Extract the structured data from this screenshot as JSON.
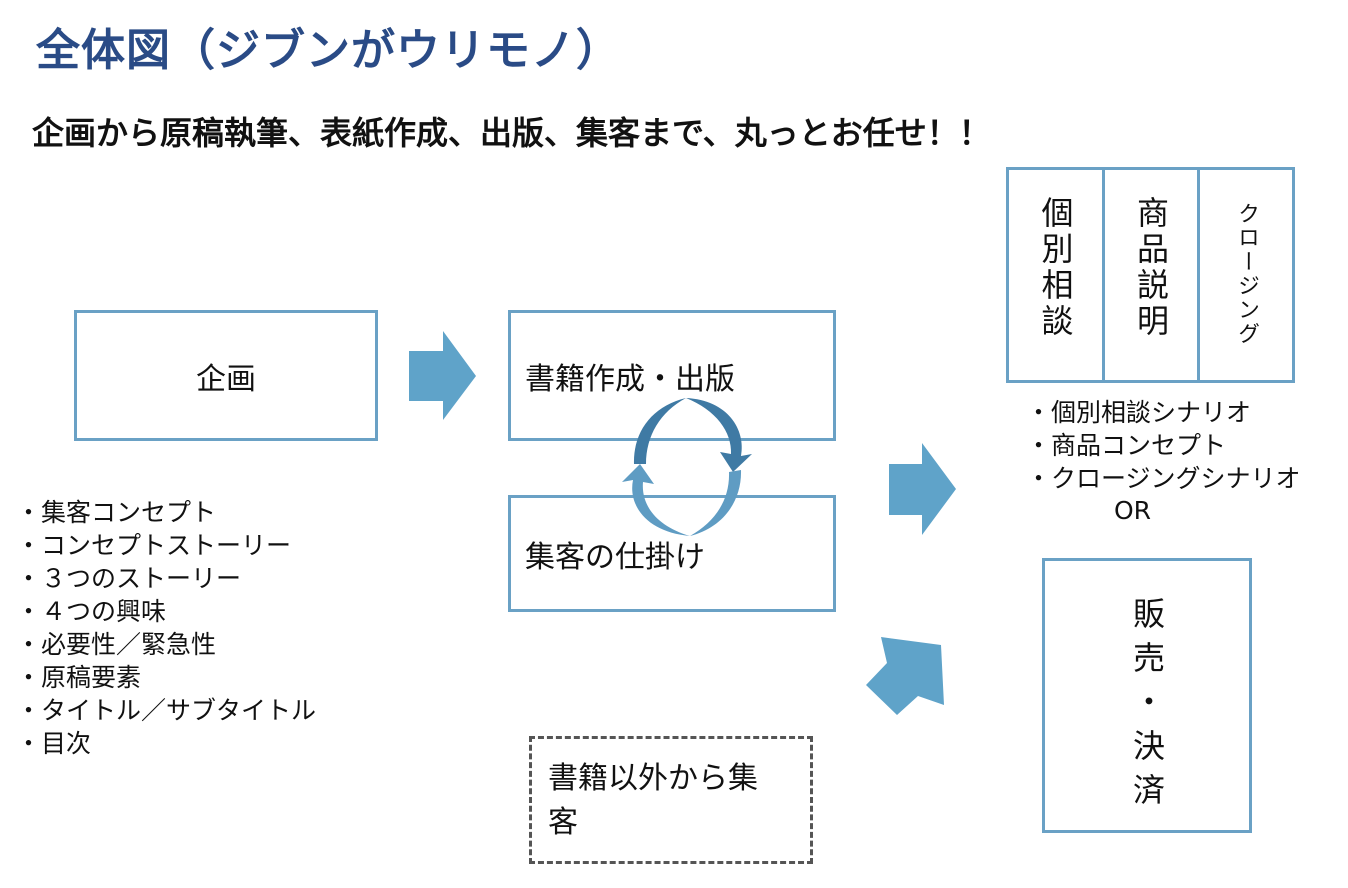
{
  "title": "全体図（ジブンがウリモノ）",
  "subtitle": "企画から原稿執筆、表紙作成、出版、集客まで、丸っとお任せ！！",
  "boxes": {
    "planning": "企画",
    "book_creation": "書籍作成・出版",
    "attraction": "集客の仕掛け",
    "outside_attraction": "書籍以外から集客",
    "sales_settlement": "販売・決済"
  },
  "consult_panel": {
    "col1": "個別相談",
    "col2": "商品説明",
    "col3": "クロージング"
  },
  "planning_items": [
    "集客コンセプト",
    "コンセプトストーリー",
    "３つのストーリー",
    "４つの興味",
    "必要性／緊急性",
    "原稿要素",
    "タイトル／サブタイトル",
    "目次"
  ],
  "consult_items": [
    "個別相談シナリオ",
    "商品コンセプト",
    "クロージングシナリオ"
  ],
  "or_label": "OR",
  "colors": {
    "title": "#2a4b86",
    "box_border": "#6aa1c5",
    "arrow": "#5fa3c9",
    "cycle_dark": "#3f7aa4",
    "dashed_border": "#555555"
  }
}
